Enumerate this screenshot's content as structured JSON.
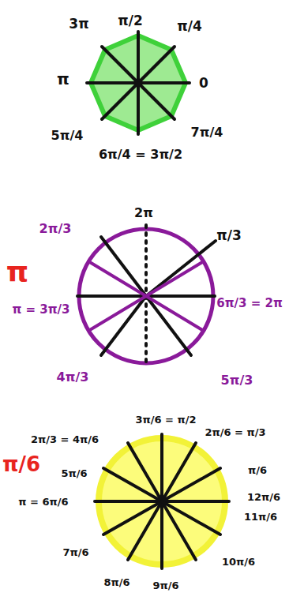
{
  "diagram": {
    "labels": [
      "3π",
      "π/2",
      "π/4",
      "0",
      "π",
      "5π/4",
      "7π/4",
      "6π/4 = 3π/2",
      "π",
      "2π/3",
      "2π",
      "π/3",
      "π = 3π/3",
      "6π/3 = 2π",
      "4π/3",
      "5π/3",
      "π/6",
      "3π/6 = π/2",
      "2π/6 = π/3",
      "2π/3 = 4π/6",
      "5π/6",
      "π = 6π/6",
      "π/6",
      "12π/6",
      "11π/6",
      "10π/6",
      "9π/6",
      "8π/6",
      "7π/6"
    ]
  }
}
